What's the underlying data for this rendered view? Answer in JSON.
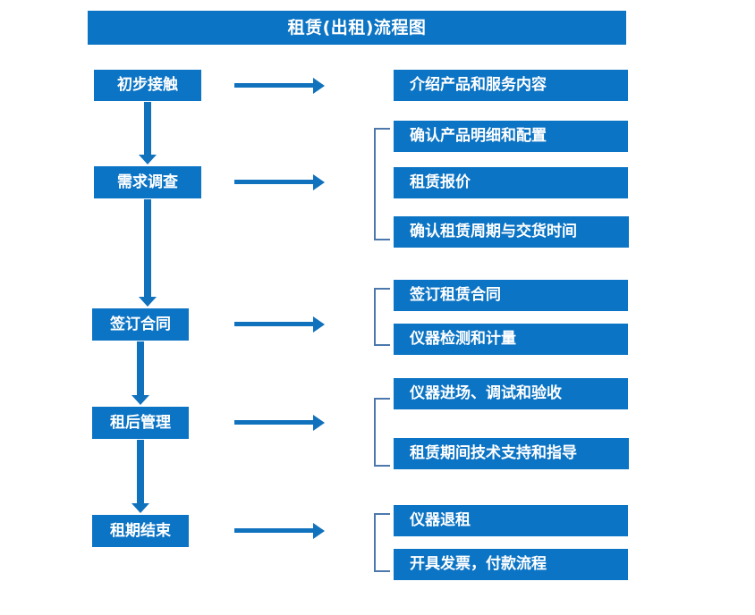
{
  "diagram": {
    "title": "租赁(出租)流程图",
    "colors": {
      "box_blue": "#0c74c4",
      "arrow_blue": "#1072bd",
      "bracket_blue": "#4c78ad",
      "text_white": "#ffffff",
      "background": "#ffffff"
    },
    "stages": [
      {
        "label": "初步接触"
      },
      {
        "label": "需求调查"
      },
      {
        "label": "签订合同"
      },
      {
        "label": "租后管理"
      },
      {
        "label": "租期结束"
      }
    ],
    "groups": [
      {
        "stage": "初步接触",
        "has_bracket": false,
        "items": [
          {
            "label": "介绍产品和服务内容"
          }
        ]
      },
      {
        "stage": "需求调查",
        "has_bracket": true,
        "items": [
          {
            "label": "确认产品明细和配置"
          },
          {
            "label": "租赁报价"
          },
          {
            "label": "确认租赁周期与交货时间"
          }
        ]
      },
      {
        "stage": "签订合同",
        "has_bracket": true,
        "items": [
          {
            "label": "签订租赁合同"
          },
          {
            "label": "仪器检测和计量"
          }
        ]
      },
      {
        "stage": "租后管理",
        "has_bracket": true,
        "items": [
          {
            "label": "仪器进场、调试和验收"
          },
          {
            "label": "租赁期间技术支持和指导"
          }
        ]
      },
      {
        "stage": "租期结束",
        "has_bracket": true,
        "items": [
          {
            "label": "仪器退租"
          },
          {
            "label": "开具发票，付款流程"
          }
        ]
      }
    ]
  }
}
